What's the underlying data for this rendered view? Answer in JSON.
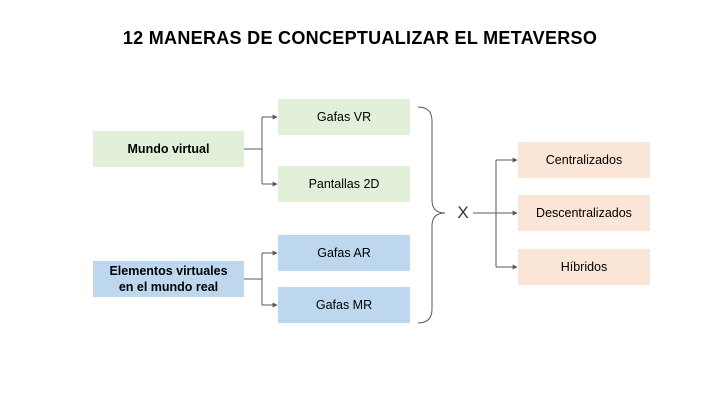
{
  "title": "12 MANERAS DE CONCEPTUALIZAR EL METAVERSO",
  "groups": [
    {
      "label": "Mundo virtual",
      "children": [
        "Gafas VR",
        "Pantallas 2D"
      ]
    },
    {
      "label_lines": [
        "Elementos virtuales",
        "en el mundo real"
      ],
      "children": [
        "Gafas AR",
        "Gafas MR"
      ]
    }
  ],
  "operator": "X",
  "outcomes": [
    "Centralizados",
    "Descentralizados",
    "Híbridos"
  ],
  "colors": {
    "virtual": "#e2f0d9",
    "real": "#bdd7ee",
    "outcome": "#fbe5d6",
    "line": "#595959"
  }
}
